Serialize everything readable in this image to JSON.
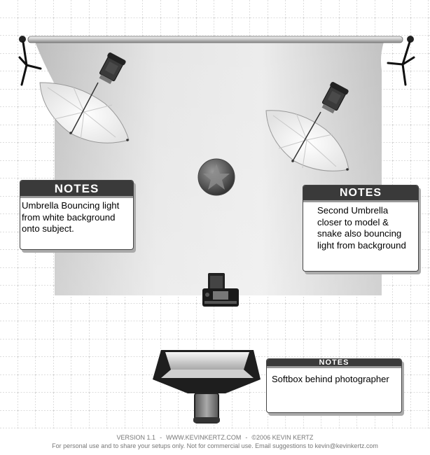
{
  "notes": [
    {
      "header": "NOTES",
      "text": "Umbrella Bouncing light from white background onto subject."
    },
    {
      "header": "NOTES",
      "text": "Second Umbrella closer to model & snake also bouncing light from background"
    },
    {
      "header": "NOTES",
      "text": "Softbox behind photographer"
    }
  ],
  "footer": {
    "version": "VERSION 1.1",
    "website": "WWW.KEVINKERTZ.COM",
    "copyright": "©2006 KEVIN KERTZ",
    "disclaimer": "For personal use and to share your setups only. Not for commercial use.  Email suggestions to kevin@kevinkertz.com"
  },
  "colors": {
    "grid": "#bbbbbb",
    "panel": "#3a3a3a",
    "background_paper": "#d4d4d4"
  }
}
